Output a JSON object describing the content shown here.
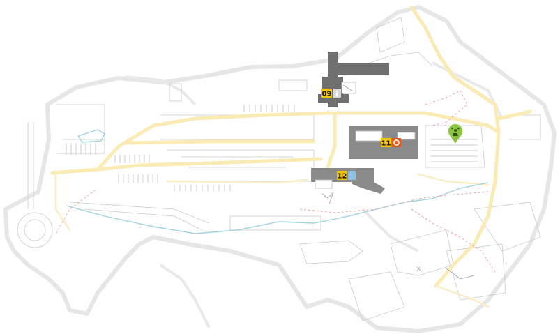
{
  "buildings": [
    {
      "id": "09",
      "label": "09",
      "icon": "info-icon"
    },
    {
      "id": "11",
      "label": "11",
      "icon": "target-icon"
    },
    {
      "id": "12",
      "label": "12",
      "icon": "square-icon"
    }
  ],
  "markers": [
    {
      "id": "parking-marker",
      "icon": "location-pin-icon"
    }
  ],
  "colors": {
    "badge": "#f5c400",
    "target_icon": "#e0561b",
    "square_icon": "#8fc3e6",
    "pin": "#8cc63f",
    "roads": "#faebb4",
    "footpaths": "#e4a6a6",
    "river": "#9fd3df",
    "buildings": "#6f6f6f"
  }
}
